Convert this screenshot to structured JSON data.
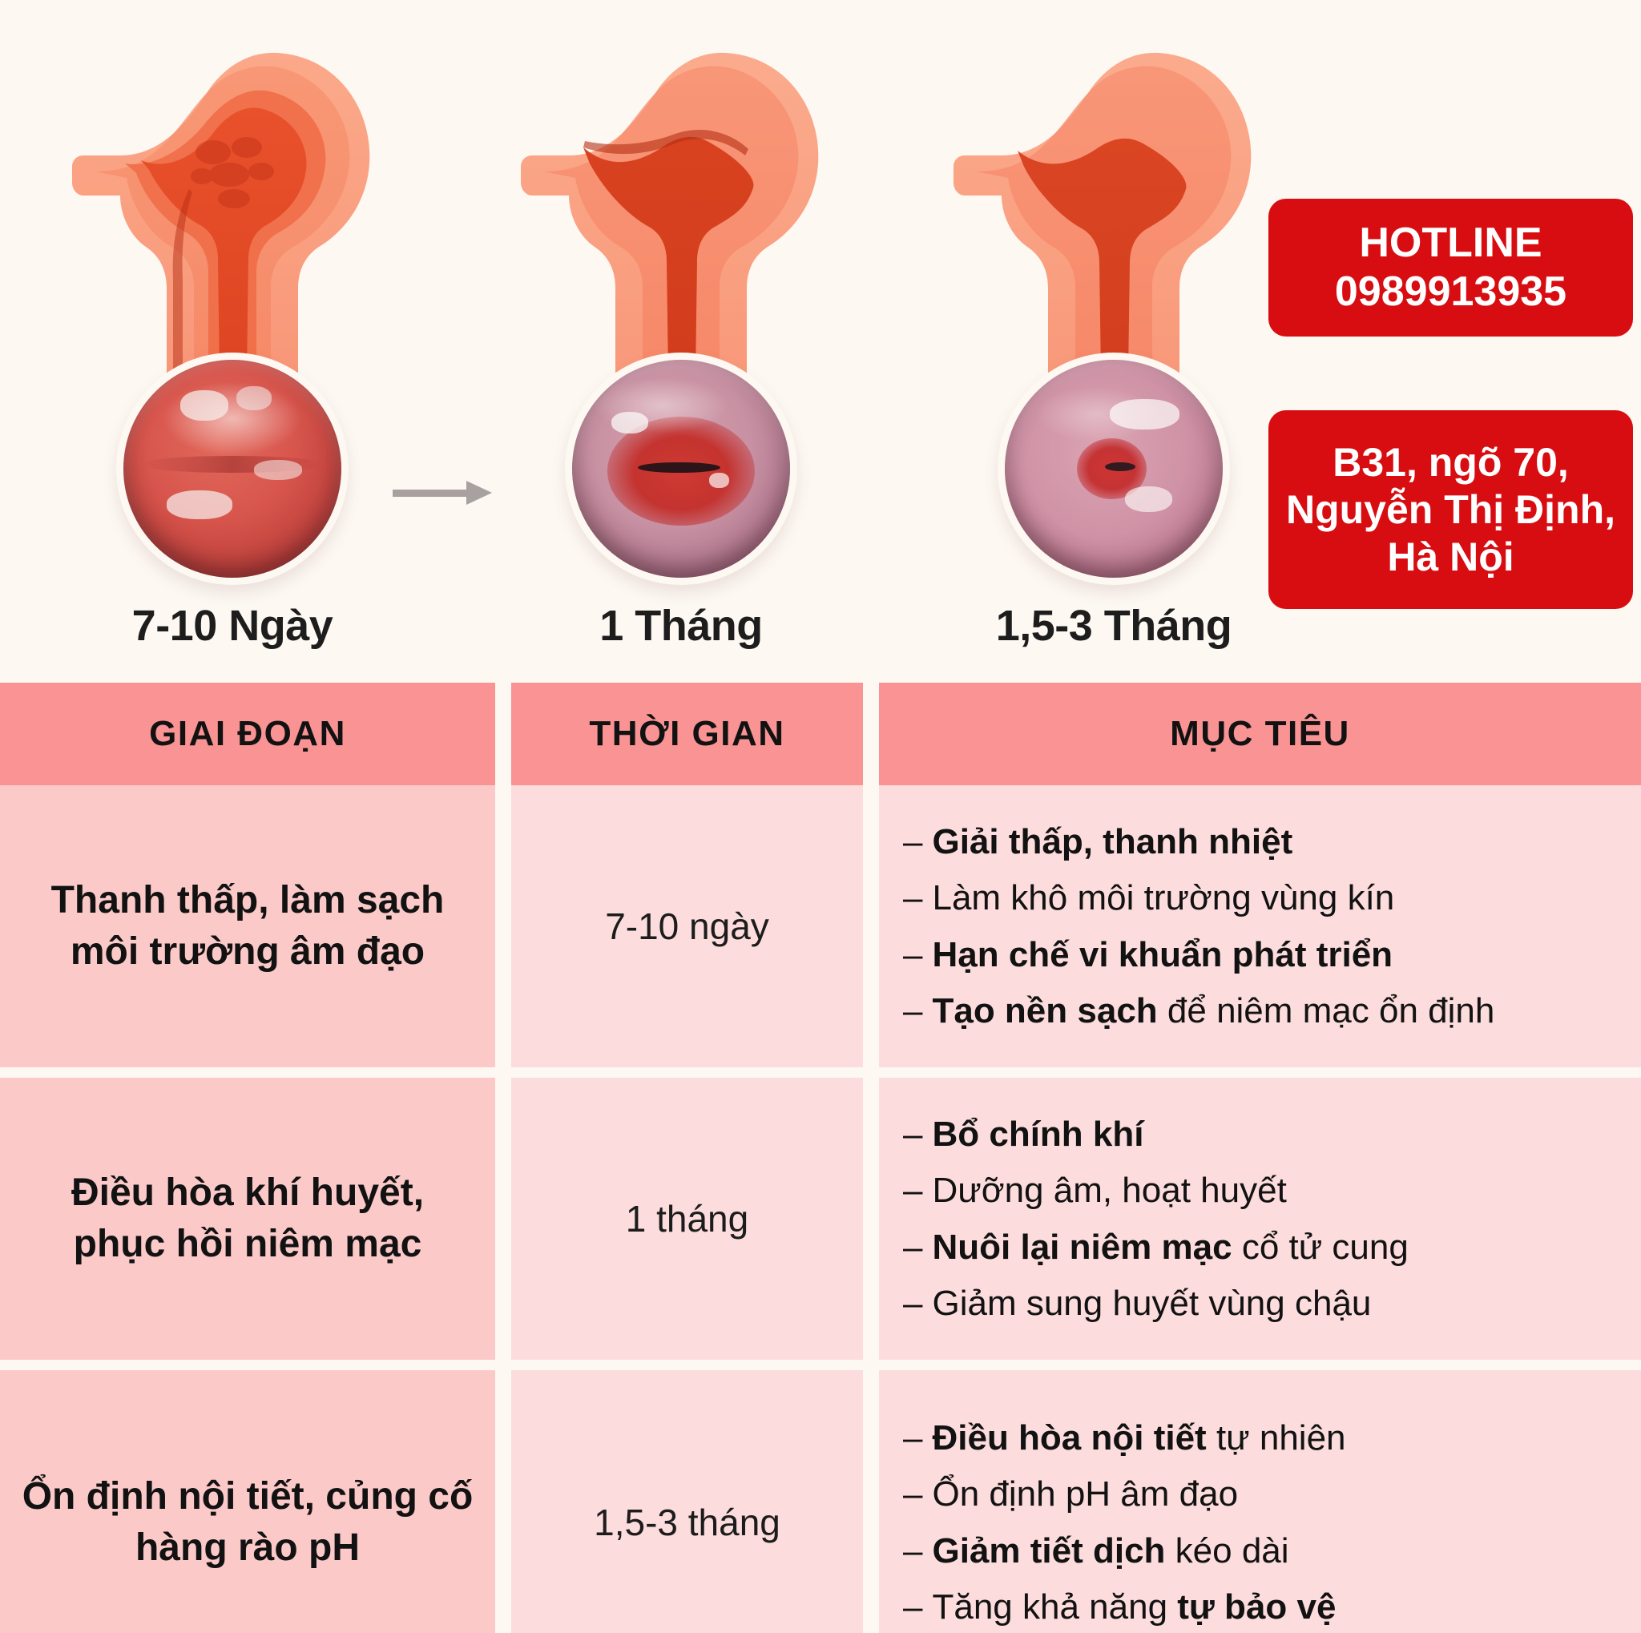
{
  "badges": {
    "hotline": {
      "title": "HOTLINE",
      "number": "0989913935"
    },
    "address": {
      "line1": "B31, ngõ 70,",
      "line2": "Nguyễn Thị Định,",
      "line3": "Hà Nội"
    },
    "accent_color": "#d80d12"
  },
  "stages": [
    {
      "label": "7-10 Ngày"
    },
    {
      "label": "1 Tháng"
    },
    {
      "label": "1,5-3 Tháng"
    }
  ],
  "table": {
    "headers": {
      "stage": "GIAI ĐOẠN",
      "time": "THỜI GIAN",
      "goal": "MỤC TIÊU"
    },
    "header_bg": "#fa9393",
    "stage_cell_bg": "#fcc9c9",
    "goal_cell_bg": "#fcdcdc",
    "rows": [
      {
        "stage_line1": "Thanh thấp, làm sạch",
        "stage_line2": "môi trường âm đạo",
        "time": "7-10 ngày",
        "goals": [
          {
            "bold": "Giải thấp, thanh nhiệt",
            "normal": ""
          },
          {
            "bold": "",
            "normal": "Làm khô môi trường vùng kín"
          },
          {
            "bold": "Hạn chế vi khuẩn phát triển",
            "normal": ""
          },
          {
            "bold": "Tạo nền sạch",
            "normal": " để niêm mạc ổn định"
          }
        ]
      },
      {
        "stage_line1": "Điều hòa khí huyết,",
        "stage_line2": "phục hồi niêm mạc",
        "time": "1 tháng",
        "goals": [
          {
            "bold": "Bổ chính khí",
            "normal": ""
          },
          {
            "bold": "",
            "normal": "Dưỡng âm, hoạt huyết"
          },
          {
            "bold": "Nuôi lại niêm mạc",
            "normal": " cổ tử cung"
          },
          {
            "bold": "",
            "normal": "Giảm sung huyết vùng chậu"
          }
        ]
      },
      {
        "stage_line1": "Ổn định nội tiết, củng cố",
        "stage_line2": "hàng rào pH",
        "time": "1,5-3 tháng",
        "goals": [
          {
            "bold": "Điều hòa nội tiết",
            "normal": " tự nhiên"
          },
          {
            "bold": "",
            "normal": "Ổn định pH âm đạo"
          },
          {
            "bold": "Giảm tiết dịch",
            "normal": " kéo dài"
          },
          {
            "bold": "",
            "normal": "Tăng khả năng ",
            "bold_after": "tự bảo vệ"
          }
        ]
      }
    ],
    "bullet_dash": "–"
  }
}
